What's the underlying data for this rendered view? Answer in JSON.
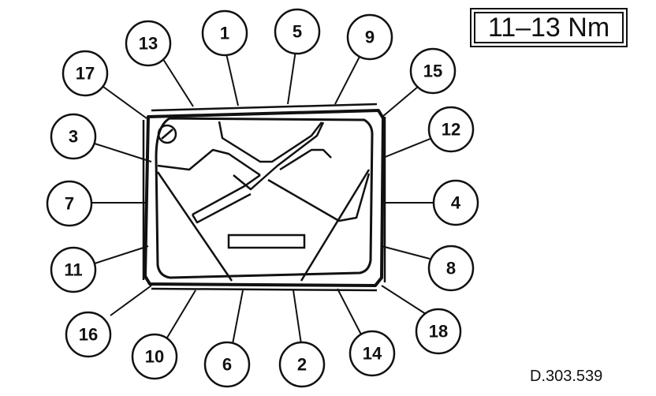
{
  "torque_spec": "11–13 Nm",
  "reference_code": "D.303.539",
  "bolt_sequence": [
    "1",
    "2",
    "3",
    "4",
    "5",
    "6",
    "7",
    "8",
    "9",
    "10",
    "11",
    "12",
    "13",
    "14",
    "15",
    "16",
    "17",
    "18"
  ],
  "colors": {
    "line": "#111111",
    "background": "#ffffff"
  }
}
